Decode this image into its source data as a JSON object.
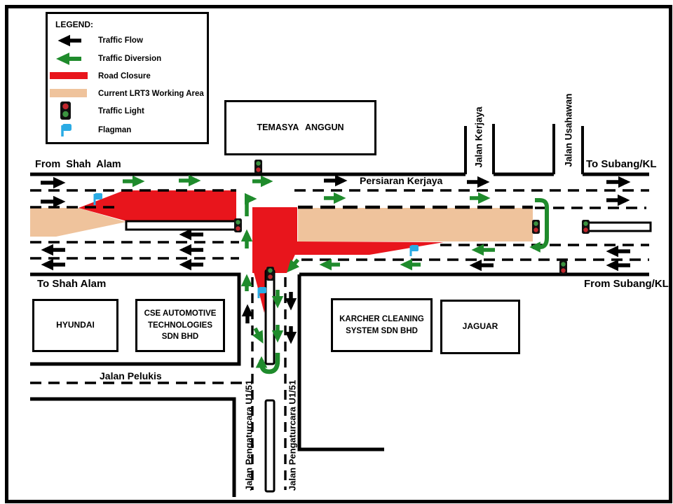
{
  "legend": {
    "title": "LEGEND:",
    "items": [
      {
        "icon": "traffic-flow-arrow",
        "label": "Traffic Flow"
      },
      {
        "icon": "traffic-diversion-arrow",
        "label": "Traffic Diversion"
      },
      {
        "icon": "road-closure-bar",
        "label": "Road Closure"
      },
      {
        "icon": "lrt3-working-area-bar",
        "label": "Current LRT3  Working Area"
      },
      {
        "icon": "traffic-light",
        "label": "Traffic Light"
      },
      {
        "icon": "flagman",
        "label": "Flagman"
      }
    ]
  },
  "roads": {
    "from_shah_alam": "From Shah Alam",
    "to_subang_kl": "To Subang/KL",
    "persiaran_kerjaya": "Persiaran Kerjaya",
    "to_shah_alam": "To Shah Alam",
    "from_subang_kl": "From Subang/KL",
    "jalan_kerjaya": "Jalan Kerjaya",
    "jalan_usahawan": "Jalan Usahawan",
    "jalan_pelukis": "Jalan Pelukis",
    "jalan_pengaturcara": "Jalan Pengaturcara U1/51"
  },
  "buildings": {
    "temasya": "TEMASYA ANGGUN",
    "hyundai": "HYUNDAI",
    "cse": "CSE AUTOMOTIVE TECHNOLOGIES SDN BHD",
    "karcher": "KARCHER CLEANING SYSTEM SDN BHD",
    "jaguar": "JAGUAR"
  },
  "colors": {
    "road_closure": "#e8151c",
    "lrt3_working_area": "#efc39c",
    "traffic_diversion": "#1f8b2c",
    "traffic_flow": "#000000",
    "flagman": "#2aabe4",
    "traffic_light_green": "#3c9440",
    "traffic_light_red": "#c1272d"
  }
}
